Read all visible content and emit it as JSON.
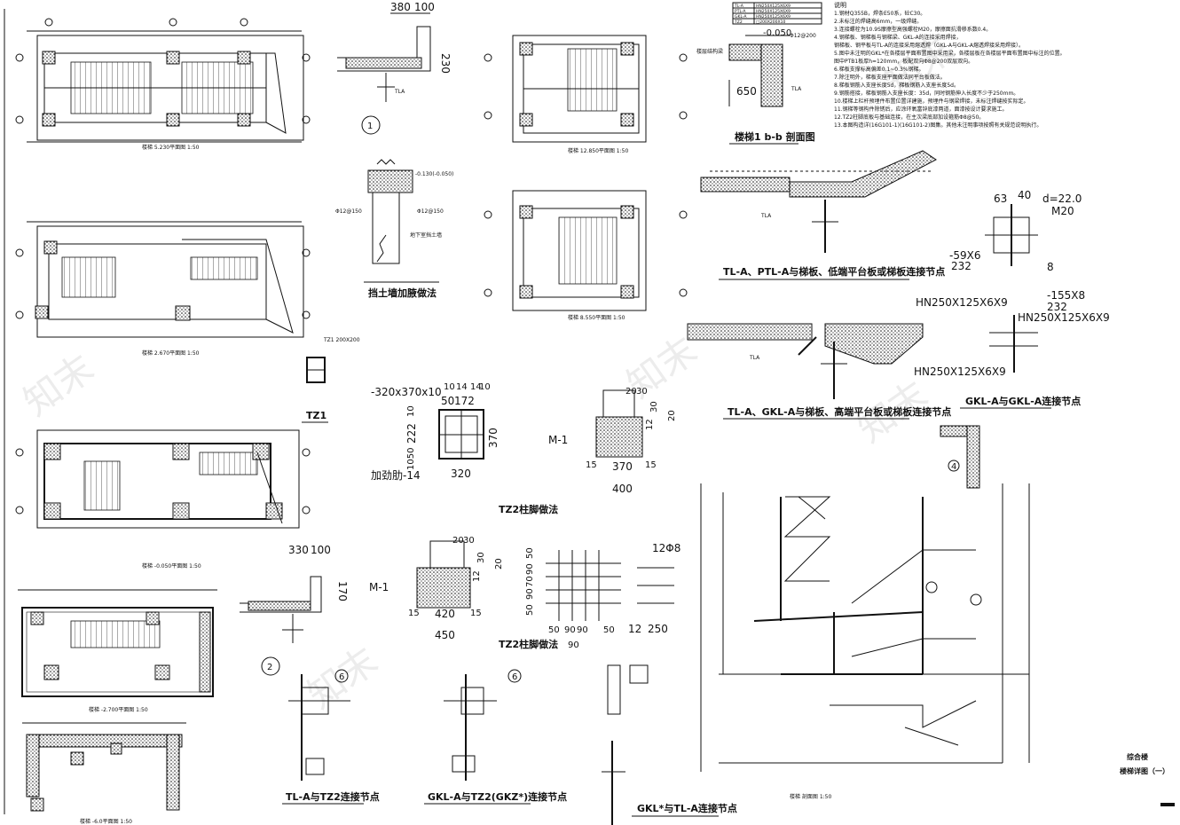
{
  "titles": {
    "plan_1": "楼梯 5.230平面图 1:50",
    "plan_2": "楼梯 2.670平面图 1:50",
    "plan_3": "楼梯 -0.050平面图 1:50",
    "plan_4": "楼梯 -2.700平面图 1:50",
    "plan_5": "楼梯 -6.0平面图 1:50",
    "plan_6": "楼梯 12.850平面图 1:50",
    "plan_7": "楼梯 8.550平面图 1:50",
    "retaining": "挡土墙加腋做法",
    "tz1": "TZ1",
    "tz2_a": "TZ2柱脚做法",
    "tz2_b": "TZ2柱脚做法",
    "bb": "楼梯1 b-b 剖面图",
    "tl_ptl": "TL-A、PTL-A与梯板、低端平台板或梯板连接节点",
    "tl_gkl": "TL-A、GKL-A与梯板、高端平台板或梯板连接节点",
    "gkl_gkl": "GKL-A与GKL-A连接节点",
    "tl_tz2": "TL-A与TZ2连接节点",
    "gkl_tz2": "GKL-A与TZ2(GKZ*)连接节点",
    "gkl_tl": "GKL*与TL-A连接节点",
    "section": "楼梯 剖面图 1:50",
    "sheet_title": "综合楼",
    "sheet_sub": "楼梯详图（一）"
  },
  "marks": {
    "c1": "1",
    "c2": "2",
    "c4": "4",
    "c6a": "6",
    "c6b": "6",
    "tla1": "TLA",
    "tla2": "TLA",
    "tla3": "TLA"
  },
  "dims": {
    "d380": "380",
    "d100a": "100",
    "d230": "230",
    "d330": "330",
    "d100b": "100",
    "d170": "170",
    "d650": "650",
    "d0050": "-0.050",
    "d0130": "-0.130(-0.050)",
    "plate": "-320x370x10",
    "d10a": "10",
    "d14a": "14",
    "d50": "50",
    "d172": "172",
    "d14b": "14",
    "d10b": "10",
    "d10c": "10",
    "d222": "222",
    "d1050": "1050",
    "d370v": "370",
    "d320": "320",
    "stiff": "加劲肋-14",
    "m1a": "M-1",
    "m1b": "M-1",
    "d2030a": "20",
    "d30a": "30",
    "d1230a": "12",
    "d30b": "30",
    "d20a": "20",
    "d15a": "15",
    "d370": "370",
    "d15b": "15",
    "d400": "400",
    "d2030b": "20",
    "d30c": "30",
    "d12b": "12",
    "d30d": "30",
    "d20b": "20",
    "d15c": "15",
    "d420": "420",
    "d15d": "15",
    "d450": "450",
    "g50a": "50",
    "g90a": "90",
    "g70": "70",
    "g90b": "90",
    "g50b": "50",
    "g50c": "50",
    "g90c": "90",
    "g90d": "90",
    "g50d": "50",
    "g90e": "90",
    "r1208": "12Φ8",
    "r12": "12",
    "r250": "250",
    "w63": "63",
    "w40": "40",
    "wd22": "d=22.0",
    "wm20": "M20",
    "w59": "-59X6",
    "w232a": "232",
    "w8": "8",
    "w155": "-155X8",
    "w232b": "232",
    "hn1": "HN250X125X6X9",
    "hn2": "HN250X125X6X9",
    "hn3": "HN250X125X6X9"
  },
  "notes": {
    "heading": "说明",
    "lines": [
      "1.钢材Q355B，焊条E50系，砼C30。",
      "2.未标注的焊缝高6mm，一级焊缝。",
      "3.连接螺栓为10.9S摩擦型高强螺栓M20，摩擦面抗滑移系数0.4。",
      "4.钢梯板、钢梯板与钢梯梁、GKL-A的连接采用焊接，",
      "   钢梯板、钢平板与TL-A的连接采用熔透焊（GKL-A与GKL-A熔透焊接采用焊接）。",
      "5.图中未注明的GKL*在各楼层平面布置图中采用梁，各楼层板在各楼层平面布置图中标注的位置。",
      "   图中PTB1板厚h=120mm，板配双向Φ8@200双层双向。",
      "6.梯板支撑标高偏差0.1~0.3%钢梯。",
      "7.除注明外，梯板支座平面做法同平台板做法。",
      "8.梯板钢筋入支座长度5d，梯板钢筋入支座长度5d。",
      "9.钢筋搭接，梯板钢筋入支座长度：35d，同时钢筋伸入长度不少于250mm。",
      "10.楼梯上栏杆预埋件布置位置详建施，预埋件与钢梁焊接，未标注焊缝按实际定。",
      "11.钢梯等钢构件除锈后，应涂环氧富锌底漆两道，面漆按设计要求施工。",
      "12.TZ2柱脚底板与基础连接，在主次梁底部加设箍筋Φ8@50。",
      "13.本图构造详(16G101-1)(16G101-2)图集。其他未注明事项按照有关规范说明执行。"
    ]
  },
  "table": {
    "rows": [
      [
        "TL-A",
        "HN250X125X6X9"
      ],
      [
        "PTL-A",
        "HN250X125X6X9"
      ],
      [
        "GKL-A",
        "HN250X125X6X9"
      ],
      [
        "TZ2",
        "□200X200X10"
      ]
    ]
  },
  "labels": {
    "ret_rebar_l": "Φ12@150",
    "ret_rebar_r": "Φ12@150",
    "ret_wall": "地下室挡土墙",
    "bb_struct": "楼层结构梁",
    "bb_top": "Φ12@200",
    "bb_bot": "TLA",
    "tz1_spec": "TZ1 200X200"
  },
  "watermark": "知末",
  "colors": {
    "ink": "#111111",
    "bg": "#ffffff"
  }
}
